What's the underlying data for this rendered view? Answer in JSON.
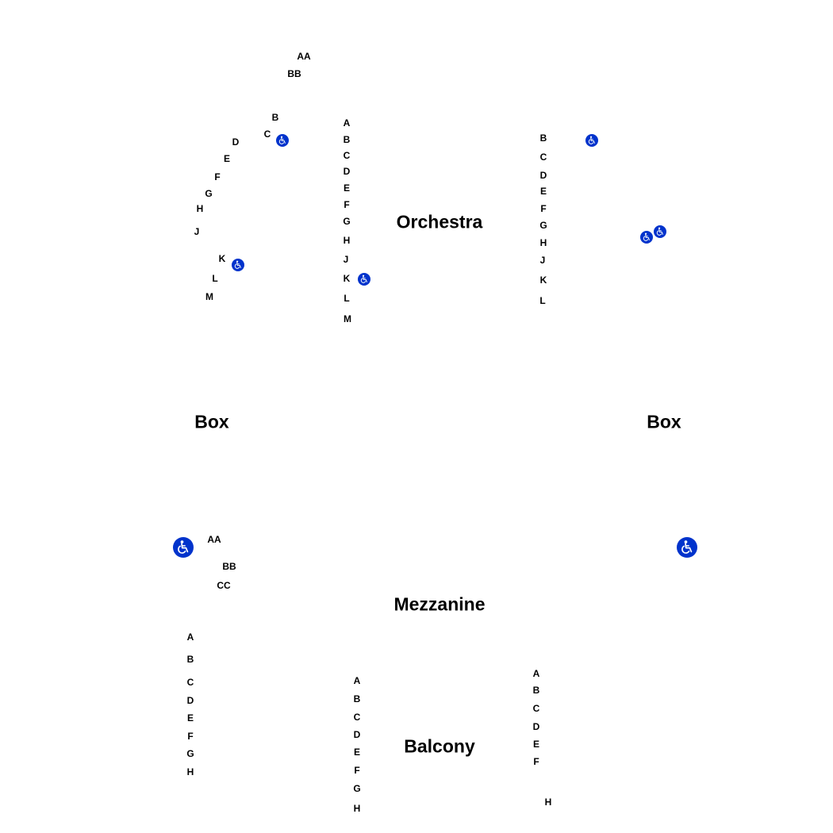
{
  "colors": {
    "accessible": "#0033cc",
    "text": "#000000",
    "background": "#ffffff"
  },
  "sections": {
    "orchestra": "Orchestra",
    "box_left": "Box",
    "box_right": "Box",
    "mezzanine": "Mezzanine",
    "balcony": "Balcony"
  },
  "orchestra": {
    "left_rows": [
      "AA",
      "BB",
      "B",
      "C",
      "D",
      "E",
      "F",
      "G",
      "H",
      "J",
      "K",
      "L",
      "M"
    ],
    "center_rows": [
      "A",
      "B",
      "C",
      "D",
      "E",
      "F",
      "G",
      "H",
      "J",
      "K",
      "L",
      "M"
    ],
    "right_rows": [
      "B",
      "C",
      "D",
      "E",
      "F",
      "G",
      "H",
      "J",
      "K",
      "L"
    ]
  },
  "mezzanine": {
    "rows": [
      "AA",
      "BB",
      "CC"
    ],
    "left_rows": [
      "A",
      "B",
      "C",
      "D",
      "E",
      "F",
      "G",
      "H"
    ]
  },
  "balcony": {
    "center_rows": [
      "A",
      "B",
      "C",
      "D",
      "E",
      "F",
      "G",
      "H"
    ],
    "right_rows": [
      "A",
      "B",
      "C",
      "D",
      "E",
      "F",
      "H"
    ]
  },
  "icons": {
    "accessible": "wheelchair-icon"
  }
}
